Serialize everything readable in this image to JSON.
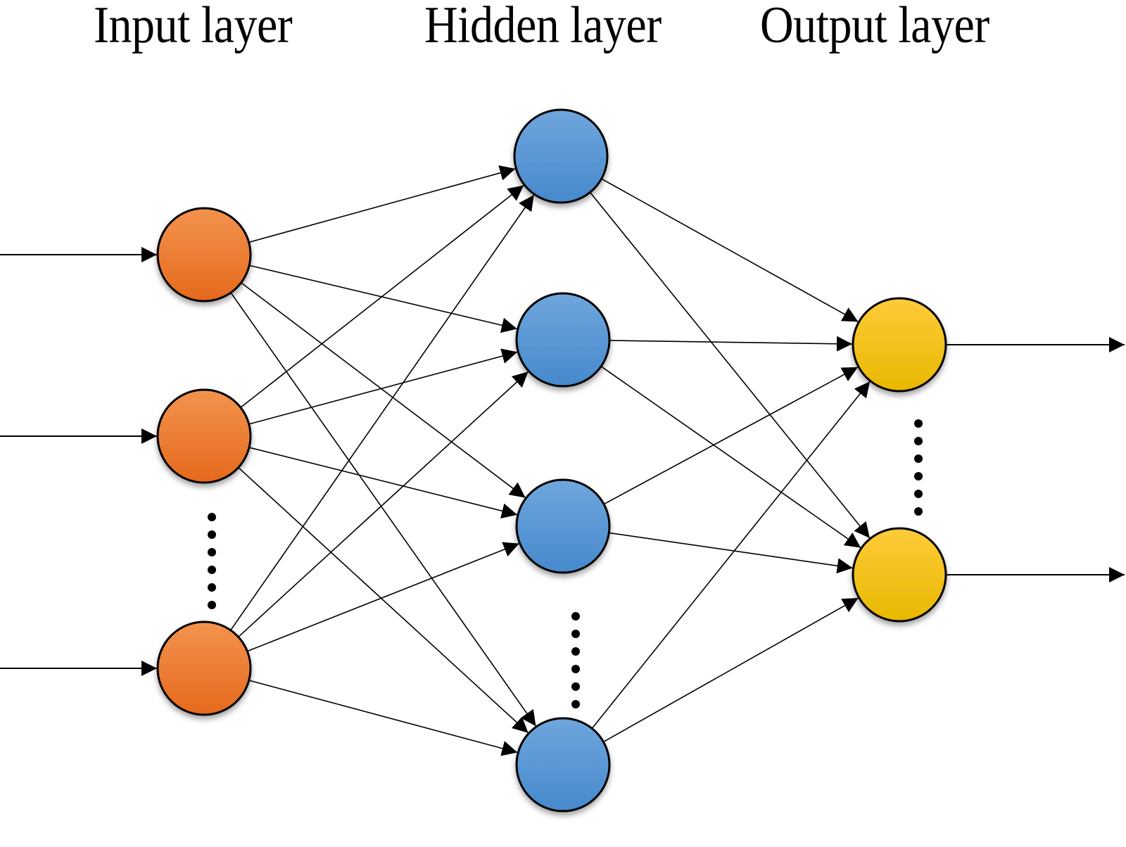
{
  "titles": {
    "input": "Input layer",
    "hidden": "Hidden layer",
    "output": "Output layer"
  },
  "colors": {
    "input_node_top": "#F3934E",
    "input_node_bottom": "#E5691C",
    "hidden_node_top": "#6FA6DD",
    "hidden_node_bottom": "#4689CC",
    "output_node_top": "#FFCB3A",
    "output_node_bottom": "#E8B800",
    "stroke": "#000000"
  },
  "network": {
    "input_nodes_shown": 3,
    "hidden_nodes_shown": 4,
    "output_nodes_shown": 2,
    "ellipsis_dots_per_gap": 6,
    "fully_connected": true,
    "external_inputs": 3,
    "external_outputs": 2
  }
}
